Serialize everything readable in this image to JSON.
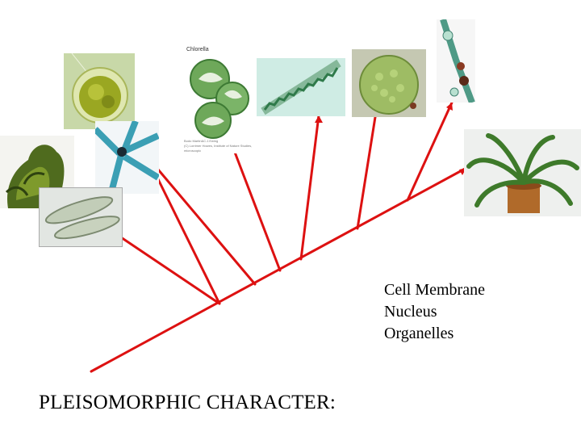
{
  "derived_characters": [
    "Cell Membrane",
    "Nucleus",
    "Organelles"
  ],
  "pleisomorphic_label": "PLEISOMORPHIC  CHARACTER:",
  "photos": {
    "chlorella": {
      "label": "Chlorella",
      "fine_print": [
        "Bodo Martin&C.J.Ewing",
        "(C) Lorrimer Howes, Institute of Nature Studies, microscopic"
      ]
    }
  },
  "colors": {
    "branch": "#dd1111",
    "text": "#000000",
    "background": "#ffffff"
  }
}
